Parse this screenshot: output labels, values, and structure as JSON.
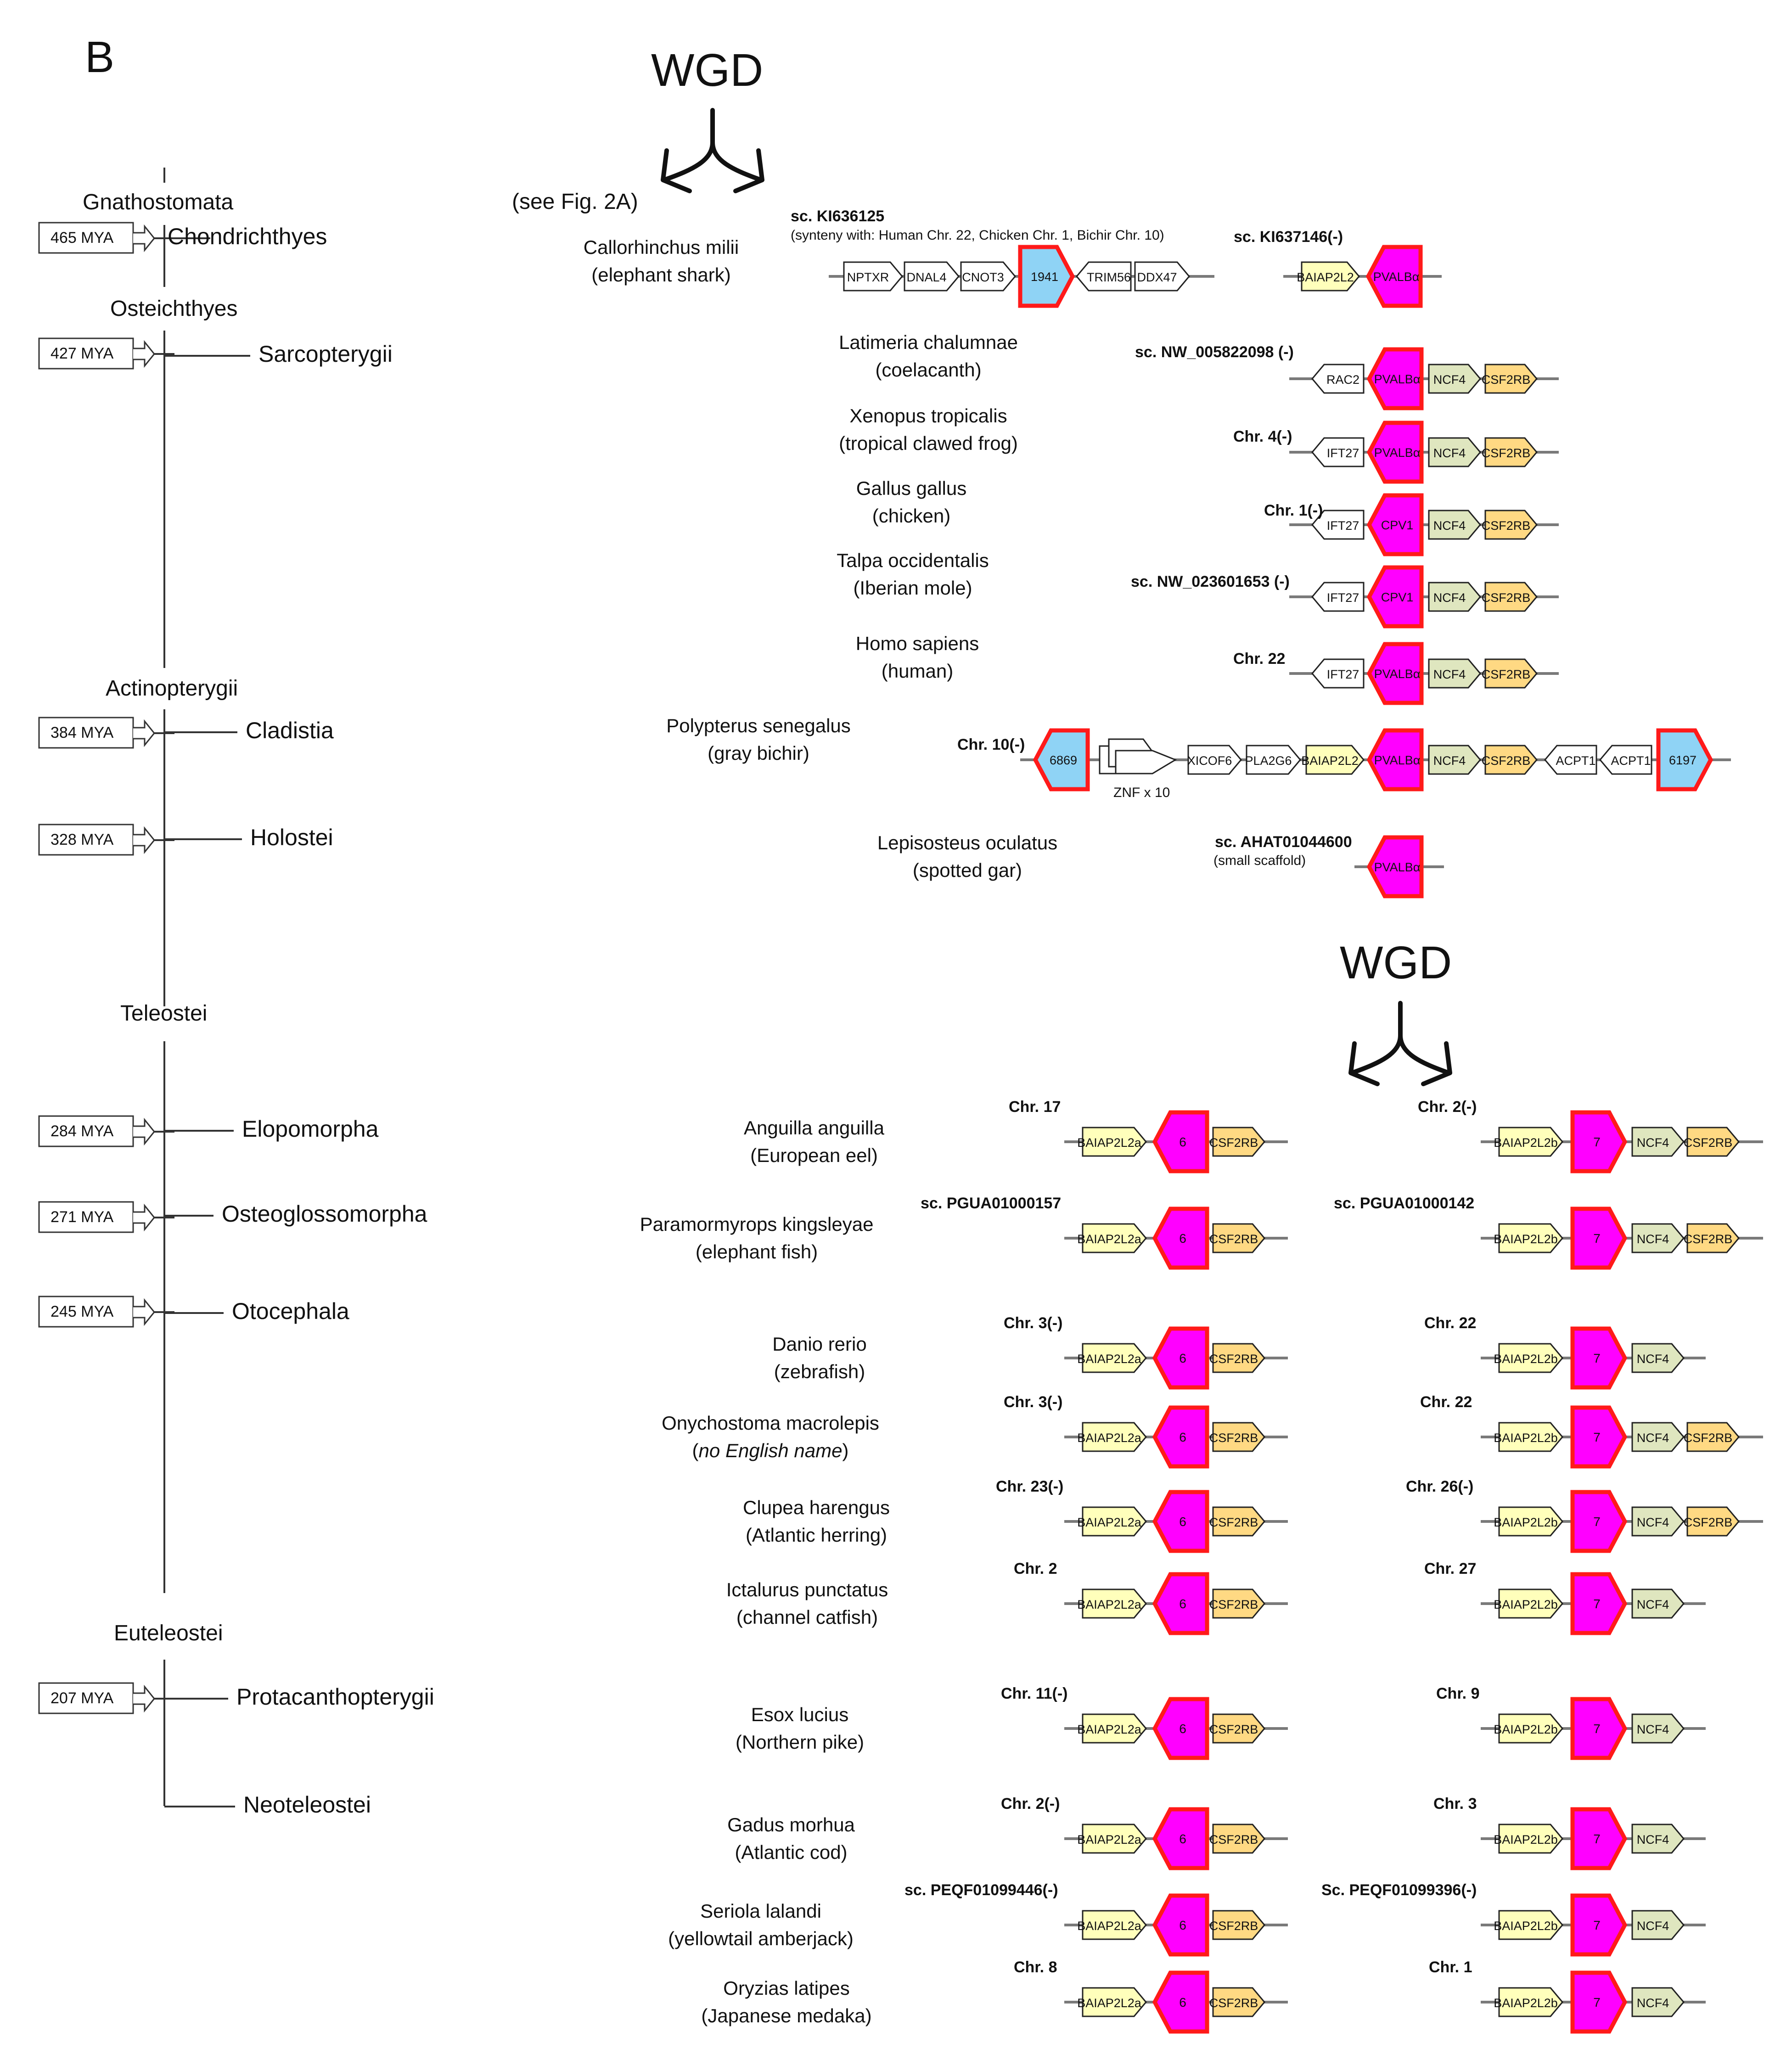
{
  "panel_label": "B",
  "wgd_label": "WGD",
  "see_fig": "(see Fig. 2A)",
  "nodes": [
    "Gnathostomata",
    "Osteichthyes",
    "Actinopterygii",
    "Teleostei",
    "Euteleostei"
  ],
  "clades": [
    "Chondrichthyes",
    "Sarcopterygii",
    "Cladistia",
    "Holostei",
    "Elopomorpha",
    "Osteoglossomorpha",
    "Otocephala",
    "Protacanthopterygii",
    "Neoteleostei"
  ],
  "mya": [
    "465 MYA",
    "427 MYA",
    "384 MYA",
    "328 MYA",
    "284 MYA",
    "271 MYA",
    "245 MYA",
    "207 MYA"
  ],
  "znf_label": "ZNF x 10",
  "species_pre": [
    {
      "name": "Callorhinchus milii",
      "common": "(elephant shark)"
    },
    {
      "name": "Latimeria chalumnae",
      "common": "(coelacanth)"
    },
    {
      "name": "Xenopus tropicalis",
      "common": "(tropical clawed frog)"
    },
    {
      "name": "Gallus gallus",
      "common": "(chicken)"
    },
    {
      "name": "Talpa occidentalis",
      "common": "(Iberian mole)"
    },
    {
      "name": "Homo sapiens",
      "common": "(human)"
    },
    {
      "name": "Polypterus senegalus",
      "common": "(gray bichir)"
    },
    {
      "name": "Lepisosteus oculatus",
      "common": "(spotted gar)"
    }
  ],
  "loci_pre": [
    "sc. KI636125",
    "sc. KI637146(-)",
    "sc. NW_005822098 (-)",
    "Chr. 4(-)",
    "Chr. 1(-)",
    "sc. NW_023601653 (-)",
    "Chr. 22",
    "Chr. 10(-)",
    "sc. AHAT01044600"
  ],
  "notes": {
    "synteny": "(synteny with: Human Chr. 22, Chicken Chr. 1, Bichir Chr. 10)",
    "small_scaffold": "(small scaffold)"
  },
  "teleosts": [
    {
      "name": "Anguilla anguilla",
      "common": "(European eel)",
      "loc_a": "Chr. 17",
      "loc_b": "Chr. 2(-)",
      "b_genes": [
        "NCF4",
        "CSF2RB"
      ]
    },
    {
      "name": "Paramormyrops kingsleyae",
      "common": "(elephant fish)",
      "loc_a": "sc. PGUA01000157",
      "loc_b": "sc. PGUA01000142",
      "b_genes": [
        "NCF4",
        "CSF2RB"
      ]
    },
    {
      "name": "Danio rerio",
      "common": "(zebrafish)",
      "loc_a": "Chr. 3(-)",
      "loc_b": "Chr. 22",
      "b_genes": [
        "NCF4"
      ]
    },
    {
      "name": "Onychostoma macrolepis",
      "common_pre": "(",
      "common_it": "no English name",
      "common_post": ")",
      "loc_a": "Chr. 3(-)",
      "loc_b": "Chr. 22",
      "b_genes": [
        "NCF4",
        "CSF2RB"
      ]
    },
    {
      "name": "Clupea harengus",
      "common": "(Atlantic herring)",
      "loc_a": "Chr. 23(-)",
      "loc_b": "Chr. 26(-)",
      "b_genes": [
        "NCF4",
        "CSF2RB"
      ]
    },
    {
      "name": "Ictalurus punctatus",
      "common": "(channel catfish)",
      "loc_a": "Chr. 2",
      "loc_b": "Chr. 27",
      "b_genes": [
        "NCF4"
      ]
    },
    {
      "name": "Esox lucius",
      "common": "(Northern pike)",
      "loc_a": "Chr. 11(-)",
      "loc_b": "Chr. 9",
      "b_genes": [
        "NCF4"
      ]
    },
    {
      "name": "Gadus morhua",
      "common": "(Atlantic cod)",
      "loc_a": "Chr. 2(-)",
      "loc_b": "Chr. 3",
      "b_genes": [
        "NCF4"
      ]
    },
    {
      "name": "Seriola lalandi",
      "common": "(yellowtail amberjack)",
      "loc_a": "sc. PEQF01099446(-)",
      "loc_b": "Sc. PEQF01099396(-)",
      "b_genes": [
        "NCF4"
      ]
    },
    {
      "name": "Oryzias latipes",
      "common": "(Japanese medaka)",
      "loc_a": "Chr. 8",
      "loc_b": "Chr. 1",
      "b_genes": [
        "NCF4"
      ]
    }
  ],
  "genes": {
    "NPTXR": "NPTXR",
    "DNAL4": "DNAL4",
    "CNOT3": "CNOT3",
    "g1941": "1941",
    "TRIM56": "TRIM56",
    "DDX47": "DDX47",
    "BAIAP2L2": "BAIAP2L2",
    "PVALBa": "PVALBα",
    "RAC2": "RAC2",
    "NCF4": "NCF4",
    "CSF2RB": "CSF2RB",
    "IFT27": "IFT27",
    "CPV1": "CPV1",
    "g6869": "6869",
    "XICOF6": "XICOF6",
    "PLA2G6": "PLA2G6",
    "ACPT1": "ACPT1",
    "g6197": "6197",
    "BAIAP2L2a": "BAIAP2L2a",
    "BAIAP2L2b": "BAIAP2L2b",
    "g6": "6",
    "g7": "7"
  },
  "colors": {
    "pvalb": "#ff00ff",
    "pvalb_border": "#ff1a1a",
    "blue": "#8fd3f5",
    "yellow": "#ffffbb",
    "green": "#dfe6bf",
    "orange": "#ffd983",
    "white": "#ffffff",
    "line": "#7a7a7a"
  }
}
